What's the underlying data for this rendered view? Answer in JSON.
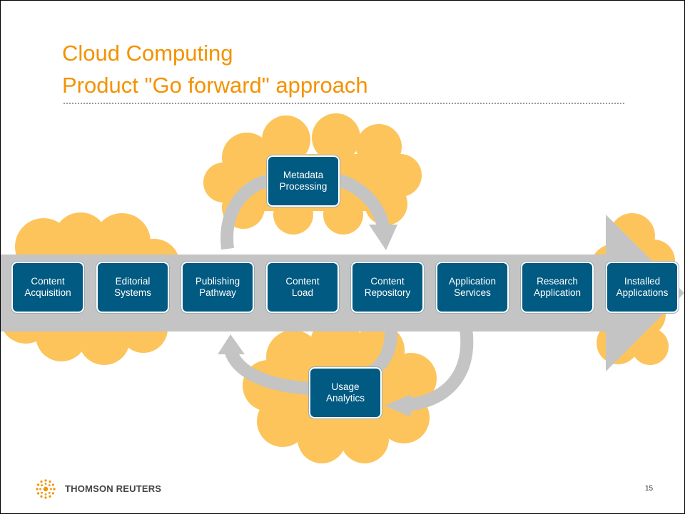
{
  "title": {
    "line1": "Cloud Computing",
    "line2": "Product \"Go forward\" approach"
  },
  "colors": {
    "title": "#f39200",
    "box_fill": "#005a82",
    "cloud": "#fcc45a",
    "arrow": "#c4c4c4"
  },
  "process_steps": [
    {
      "id": "content-acquisition",
      "label": "Content\nAcquisition"
    },
    {
      "id": "editorial-systems",
      "label": "Editorial\nSystems"
    },
    {
      "id": "publishing-pathway",
      "label": "Publishing\nPathway"
    },
    {
      "id": "content-load",
      "label": "Content\nLoad"
    },
    {
      "id": "content-repository",
      "label": "Content\nRepository"
    },
    {
      "id": "application-services",
      "label": "Application\nServices"
    },
    {
      "id": "research-application",
      "label": "Research\nApplication"
    },
    {
      "id": "installed-applications",
      "label": "Installed\nApplications"
    }
  ],
  "loop_nodes": {
    "metadata": {
      "label": "Metadata\nProcessing"
    },
    "usage": {
      "label": "Usage\nAnalytics"
    }
  },
  "footer": {
    "brand": "THOMSON REUTERS",
    "page_number": "15",
    "logo_icon": "thomson-reuters-logo-icon"
  }
}
